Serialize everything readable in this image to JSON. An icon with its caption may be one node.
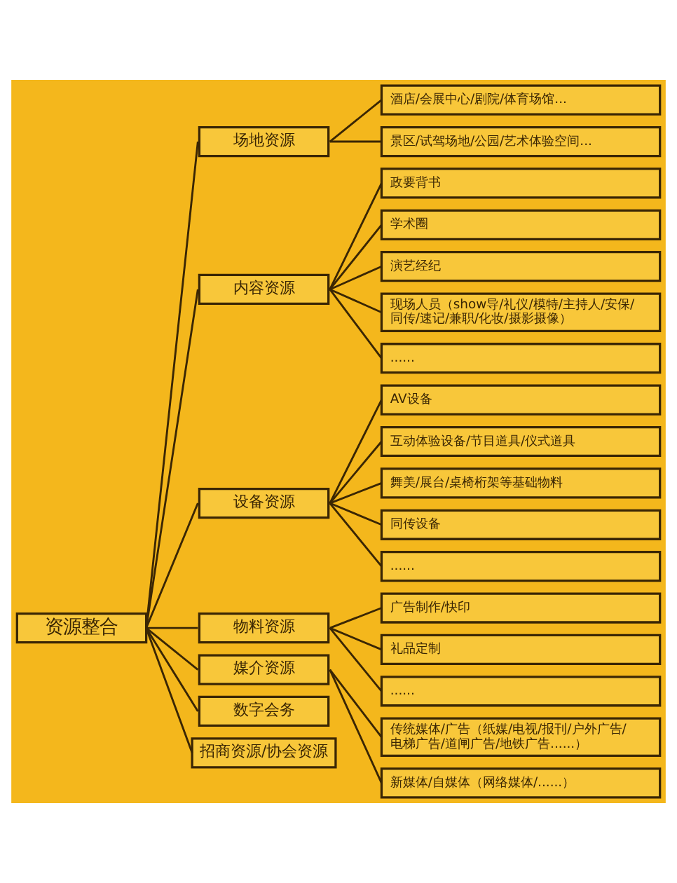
{
  "diagram": {
    "nodes": [
      {
        "text": [
          "资源整合"
        ]
      },
      {
        "text": [
          "场地资源"
        ]
      },
      {
        "text": [
          "酒店/会展中心/剧院/体育场馆..."
        ]
      },
      {
        "text": [
          "景区/试驾场地/公园/艺术体验空间..."
        ]
      },
      {
        "text": [
          "内容资源"
        ]
      },
      {
        "text": [
          "政要背书"
        ]
      },
      {
        "text": [
          "学术圈"
        ]
      },
      {
        "text": [
          "演艺经纪"
        ]
      },
      {
        "text": [
          "现场人员（show导/礼仪/模特/主持人/安保/同传/速记/兼职/化妆/摄影摄像）"
        ]
      },
      {
        "text": [
          "......"
        ]
      },
      {
        "text": [
          "设备资源"
        ]
      },
      {
        "text": [
          "AV设备"
        ]
      },
      {
        "text": [
          "互动体验设备/节目道具/仪式道具"
        ]
      },
      {
        "text": [
          "舞美/展台/桌椅桁架等基础物料"
        ]
      },
      {
        "text": [
          "同传设备"
        ]
      },
      {
        "text": [
          "......"
        ]
      },
      {
        "text": [
          "物料资源"
        ]
      },
      {
        "text": [
          "广告制作/快印"
        ]
      },
      {
        "text": [
          "礼品定制"
        ]
      },
      {
        "text": [
          "......"
        ]
      },
      {
        "text": [
          "媒介资源"
        ]
      },
      {
        "text": [
          "传统媒体/广告（纸媒/电视/报刊/户外广告/电梯广告/道闸广告/地铁广告......）"
        ]
      },
      {
        "text": [
          "新媒体/自媒体（网络媒体/......）"
        ]
      },
      {
        "text": [
          "数字会务"
        ]
      },
      {
        "text": [
          "招商资源/协会资源"
        ]
      }
    ],
    "edges": [
      {
        "from": 0,
        "to": 1,
        "arrow": "none"
      },
      {
        "from": 0,
        "to": 4,
        "arrow": "none"
      },
      {
        "from": 0,
        "to": 10,
        "arrow": "none"
      },
      {
        "from": 0,
        "to": 16,
        "arrow": "none"
      },
      {
        "from": 0,
        "to": 20,
        "arrow": "none"
      },
      {
        "from": 0,
        "to": 23,
        "arrow": "none"
      },
      {
        "from": 0,
        "to": 24,
        "arrow": "none"
      },
      {
        "from": 1,
        "to": 2,
        "arrow": "none"
      },
      {
        "from": 1,
        "to": 3,
        "arrow": "none"
      },
      {
        "from": 4,
        "to": 5,
        "arrow": "none"
      },
      {
        "from": 4,
        "to": 6,
        "arrow": "none"
      },
      {
        "from": 4,
        "to": 7,
        "arrow": "none"
      },
      {
        "from": 4,
        "to": 8,
        "arrow": "none"
      },
      {
        "from": 4,
        "to": 9,
        "arrow": "none"
      },
      {
        "from": 10,
        "to": 11,
        "arrow": "none"
      },
      {
        "from": 10,
        "to": 12,
        "arrow": "none"
      },
      {
        "from": 10,
        "to": 13,
        "arrow": "none"
      },
      {
        "from": 10,
        "to": 14,
        "arrow": "none"
      },
      {
        "from": 10,
        "to": 15,
        "arrow": "none"
      },
      {
        "from": 16,
        "to": 17,
        "arrow": "none"
      },
      {
        "from": 16,
        "to": 18,
        "arrow": "none"
      },
      {
        "from": 16,
        "to": 19,
        "arrow": "none"
      },
      {
        "from": 20,
        "to": 21,
        "arrow": "none"
      },
      {
        "from": 20,
        "to": 22,
        "arrow": "none"
      }
    ]
  }
}
